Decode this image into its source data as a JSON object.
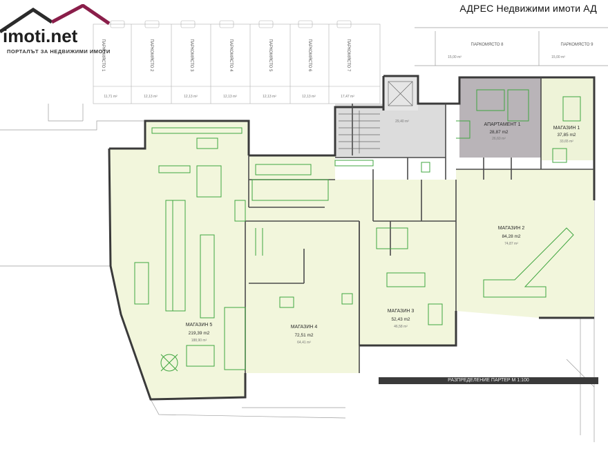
{
  "header": {
    "agency": "АДРЕС Недвижими имоти АД",
    "logo_name": "imoti.net",
    "logo_tagline": "ПОРТАЛЪТ ЗА НЕДВИЖИМИ ИМОТИ"
  },
  "plan_title": "РАЗПРЕДЕЛЕНИЕ ПАРТЕР М 1:100",
  "parking": [
    {
      "label": "ПАРКОМЯСТО 1",
      "area": "11,71 m²"
    },
    {
      "label": "ПАРКОМЯСТО 2",
      "area": "12,13 m²"
    },
    {
      "label": "ПАРКОМЯСТО 3",
      "area": "12,13 m²"
    },
    {
      "label": "ПАРКОМЯСТО 4",
      "area": "12,13 m²"
    },
    {
      "label": "ПАРКОМЯСТО 5",
      "area": "12,13 m²"
    },
    {
      "label": "ПАРКОМЯСТО 6",
      "area": "12,13 m²"
    },
    {
      "label": "ПАРКОМЯСТО 7",
      "area": "17,47 m²"
    },
    {
      "label": "ПАРКОМЯСТО 8",
      "area": "15,00 m²"
    },
    {
      "label": "ПАРКОМЯСТО 9",
      "area": "15,00 m²"
    }
  ],
  "rooms": {
    "shop5": {
      "label": "МАГАЗИН 5",
      "area": "219,39 m2",
      "sub": "188,90 m²"
    },
    "shop4": {
      "label": "МАГАЗИН 4",
      "area": "72,51 m2",
      "sub": "64,41 m²"
    },
    "shop3": {
      "label": "МАГАЗИН 3",
      "area": "52,43 m2",
      "sub": "46,58 m²"
    },
    "shop2": {
      "label": "МАГАЗИН 2",
      "area": "84,28 m2",
      "sub": "74,87 m²"
    },
    "shop1": {
      "label": "МАГАЗИН 1",
      "area": "37,85 m2",
      "sub": "33,65 m²"
    },
    "apt1": {
      "label": "АПАРТАМЕНТ 1",
      "area": "28,87 m2",
      "sub": "26,60 m²"
    },
    "stair": {
      "area": "29,40 m²"
    }
  }
}
